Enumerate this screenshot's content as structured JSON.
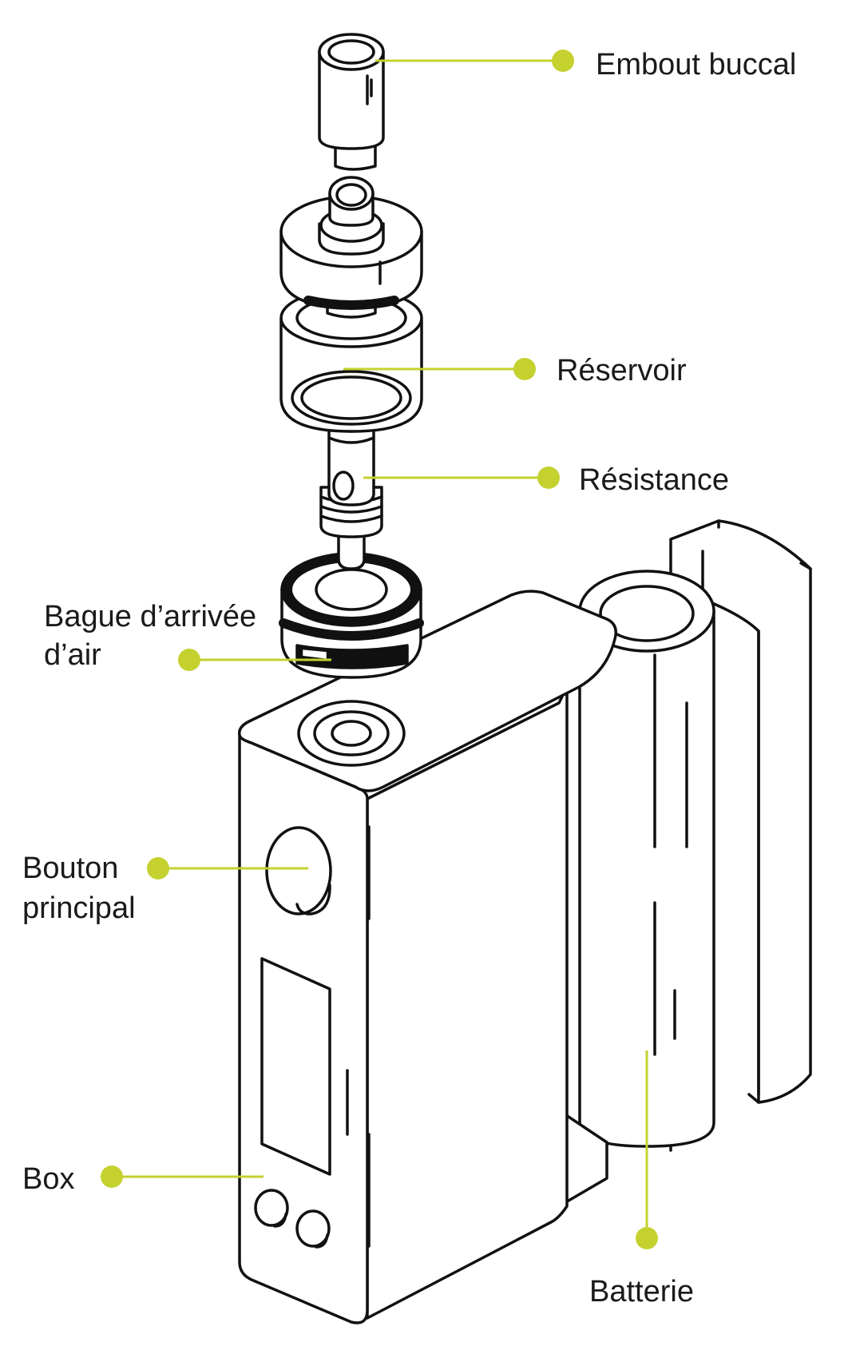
{
  "colors": {
    "accent": "#c4d12f",
    "outline": "#111111",
    "text": "#1a1a1a",
    "background": "#ffffff"
  },
  "labels": {
    "mouthpiece": "Embout buccal",
    "tank": "Réservoir",
    "coil": "Résistance",
    "airflow_ring_line1": "Bague d’arrivée",
    "airflow_ring_line2": "d’air",
    "fire_button_line1": "Bouton",
    "fire_button_line2": "principal",
    "box": "Box",
    "battery": "Batterie"
  }
}
